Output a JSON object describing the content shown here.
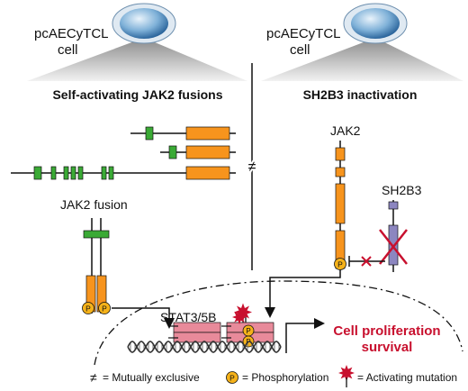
{
  "left_panel": {
    "cell_label_line1": "pcAECyTCL",
    "cell_label_line2": "cell",
    "title": "Self-activating JAK2 fusions",
    "fusion_label": "JAK2 fusion",
    "phospho_symbol": "P"
  },
  "right_panel": {
    "cell_label_line1": "pcAECyTCL",
    "cell_label_line2": "cell",
    "title": "SH2B3 inactivation",
    "jak2_label": "JAK2",
    "sh2b3_label": "SH2B3",
    "phospho_symbol": "P"
  },
  "divider_symbol": "≠",
  "nucleus": {
    "stat_label": "STAT3/5B",
    "outcome_line1": "Cell proliferation",
    "outcome_line2": "survival"
  },
  "legend": {
    "mutually_exclusive_symbol": "≠",
    "mutually_exclusive_text": "= Mutually exclusive",
    "phosphorylation_symbol": "P",
    "phosphorylation_text": "= Phosphorylation",
    "activating_mutation_text": "= Activating mutation"
  },
  "colors": {
    "jak2_orange": "#f7941d",
    "partner_green": "#3aaa35",
    "sh2b3_purple": "#8c86c0",
    "stat_pink": "#e88a9a",
    "accent_red": "#c8102e",
    "phospho_yellow": "#f5b21a",
    "cell_blue": "#2f6fa8"
  }
}
